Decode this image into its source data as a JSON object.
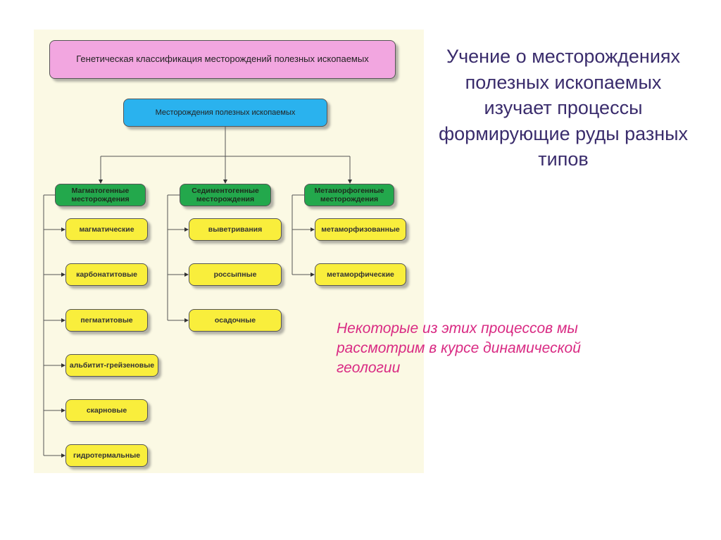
{
  "diagram": {
    "title": "Генетическая классификация месторождений полезных ископаемых",
    "root": "Месторождения полезных ископаемых",
    "groups": [
      {
        "label": "Магматогенные месторождения",
        "items": [
          "магматические",
          "карбонатитовые",
          "пегматитовые",
          "альбитит-грейзеновые",
          "скарновые",
          "гидротермальные"
        ]
      },
      {
        "label": "Седиментогенные месторождения",
        "items": [
          "выветривания",
          "россыпные",
          "осадочные"
        ]
      },
      {
        "label": "Метаморфогенные месторождения",
        "items": [
          "метаморфизованные",
          "метаморфические"
        ]
      }
    ]
  },
  "heading": "Учение о месторождениях полезных ископаемых изучает процессы формирующие руды разных типов",
  "note": "Некоторые из этих процессов мы рассмотрим в курсе динамической геологии"
}
